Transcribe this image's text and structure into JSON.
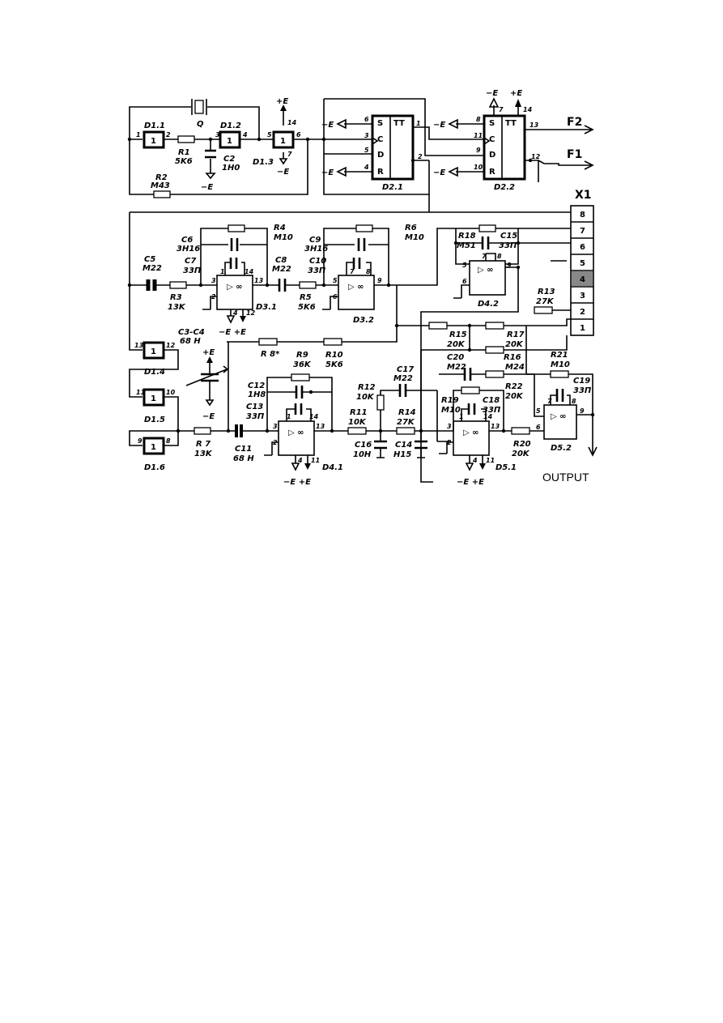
{
  "gates": {
    "d11": {
      "name": "D1.1",
      "sym": "1",
      "p1": "1",
      "p2": "2"
    },
    "d12": {
      "name": "D1.2",
      "sym": "1",
      "p1": "3",
      "p2": "4"
    },
    "d13": {
      "name": "D1.3",
      "sym": "1",
      "p1": "5",
      "p2": "6",
      "p3": "14",
      "p4": "7"
    },
    "d14": {
      "name": "D1.4",
      "sym": "1",
      "p1": "13",
      "p2": "12"
    },
    "d15": {
      "name": "D1.5",
      "sym": "1",
      "p1": "11",
      "p2": "10"
    },
    "d16": {
      "name": "D1.6",
      "sym": "1",
      "p1": "9",
      "p2": "8"
    }
  },
  "flipflops": {
    "d21": {
      "name": "D2.1",
      "tt": "TT",
      "s": "S",
      "c": "C",
      "d": "D",
      "r": "R",
      "ps": "6",
      "pc": "3",
      "pd": "5",
      "pr": "4",
      "pq": "1",
      "pqn": "2"
    },
    "d22": {
      "name": "D2.2",
      "tt": "TT",
      "s": "S",
      "c": "C",
      "d": "D",
      "r": "R",
      "ps": "8",
      "pc": "11",
      "pd": "9",
      "pr": "10",
      "pq": "13",
      "pqn": "12",
      "p14": "14",
      "p7": "7"
    }
  },
  "opamps": {
    "d31": {
      "name": "D3.1",
      "sym": "▷ ∞",
      "p1": "1",
      "p14": "14",
      "p3": "3",
      "p13": "13",
      "p2": "2",
      "p4": "4",
      "p12": "12"
    },
    "d32": {
      "name": "D3.2",
      "sym": "▷ ∞",
      "p7": "7",
      "p8": "8",
      "p5": "5",
      "p9": "9",
      "p6": "6"
    },
    "d42": {
      "name": "D4.2",
      "sym": "▷ ∞",
      "p7": "7",
      "p8": "8",
      "p5": "5",
      "p9": "9",
      "p6": "6"
    },
    "d41": {
      "name": "D4.1",
      "sym": "▷ ∞",
      "p1": "1",
      "p14": "14",
      "p3": "3",
      "p13": "13",
      "p2": "2",
      "p4": "4",
      "p11": "11"
    },
    "d51": {
      "name": "D5.1",
      "sym": "▷ ∞",
      "p1": "1",
      "p14": "14",
      "p3": "3",
      "p13": "13",
      "p2": "2",
      "p4": "4",
      "p11": "11"
    },
    "d52": {
      "name": "D5.2",
      "sym": "▷ ∞",
      "p7": "7",
      "p8": "8",
      "p5": "5",
      "p9": "9",
      "p6": "6"
    }
  },
  "components": {
    "q": "Q",
    "r1": {
      "name": "R1",
      "value": "5K6"
    },
    "c2": {
      "name": "C2",
      "value": "1H0"
    },
    "r2": {
      "name": "R2",
      "value": "M43"
    },
    "c5": {
      "name": "C5",
      "value": "M22"
    },
    "r3": {
      "name": "R3",
      "value": "13K"
    },
    "c6": {
      "name": "C6",
      "value": "3H16"
    },
    "c7": {
      "name": "C7",
      "value": "33П"
    },
    "r4": {
      "name": "R4",
      "value": "M10"
    },
    "c8": {
      "name": "C8",
      "value": "M22"
    },
    "r5": {
      "name": "R5",
      "value": "5K6"
    },
    "c9": {
      "name": "C9",
      "value": "3H16"
    },
    "c10": {
      "name": "C10",
      "value": "33П"
    },
    "r6": {
      "name": "R6",
      "value": "M10"
    },
    "r18": {
      "name": "R18",
      "value": "M51"
    },
    "c15": {
      "name": "C15",
      "value": "33П"
    },
    "r13": {
      "name": "R13",
      "value": "27K"
    },
    "r15": {
      "name": "R15",
      "value": "20K"
    },
    "r17": {
      "name": "R17",
      "value": "20K"
    },
    "c3c4": {
      "name": "C3-C4",
      "value": "68 H"
    },
    "r8": {
      "name": "R 8*"
    },
    "r9": {
      "name": "R9",
      "value": "36K"
    },
    "r10": {
      "name": "R10",
      "value": "5K6"
    },
    "c12": {
      "name": "C12",
      "value": "1H8"
    },
    "c13": {
      "name": "C13",
      "value": "33П"
    },
    "r7": {
      "name": "R 7",
      "value": "13K"
    },
    "c11": {
      "name": "C11",
      "value": "68 H"
    },
    "r12": {
      "name": "R12",
      "value": "10K"
    },
    "c17": {
      "name": "C17",
      "value": "M22"
    },
    "r11": {
      "name": "R11",
      "value": "10K"
    },
    "r14": {
      "name": "R14",
      "value": "27K"
    },
    "c16": {
      "name": "C16",
      "value": "10H"
    },
    "c14": {
      "name": "C14",
      "value": "H15"
    },
    "c20": {
      "name": "C20",
      "value": "M22"
    },
    "r16": {
      "name": "R16",
      "value": "M24"
    },
    "r19": {
      "name": "R19",
      "value": "M10"
    },
    "c18": {
      "name": "C18",
      "value": "33П"
    },
    "r22": {
      "name": "R22",
      "value": "20K"
    },
    "r21": {
      "name": "R21",
      "value": "M10"
    },
    "c19": {
      "name": "C19",
      "value": "33П"
    },
    "r20": {
      "name": "R20",
      "value": "20K"
    }
  },
  "power": {
    "minus_e": "−E",
    "plus_e": "+E",
    "pair": "−E +E"
  },
  "connector": {
    "name": "X1",
    "pins": [
      "8",
      "7",
      "6",
      "5",
      "4",
      "3",
      "2",
      "1"
    ]
  },
  "outputs": {
    "f1": "F1",
    "f2": "F2",
    "output": "OUTPUT"
  }
}
